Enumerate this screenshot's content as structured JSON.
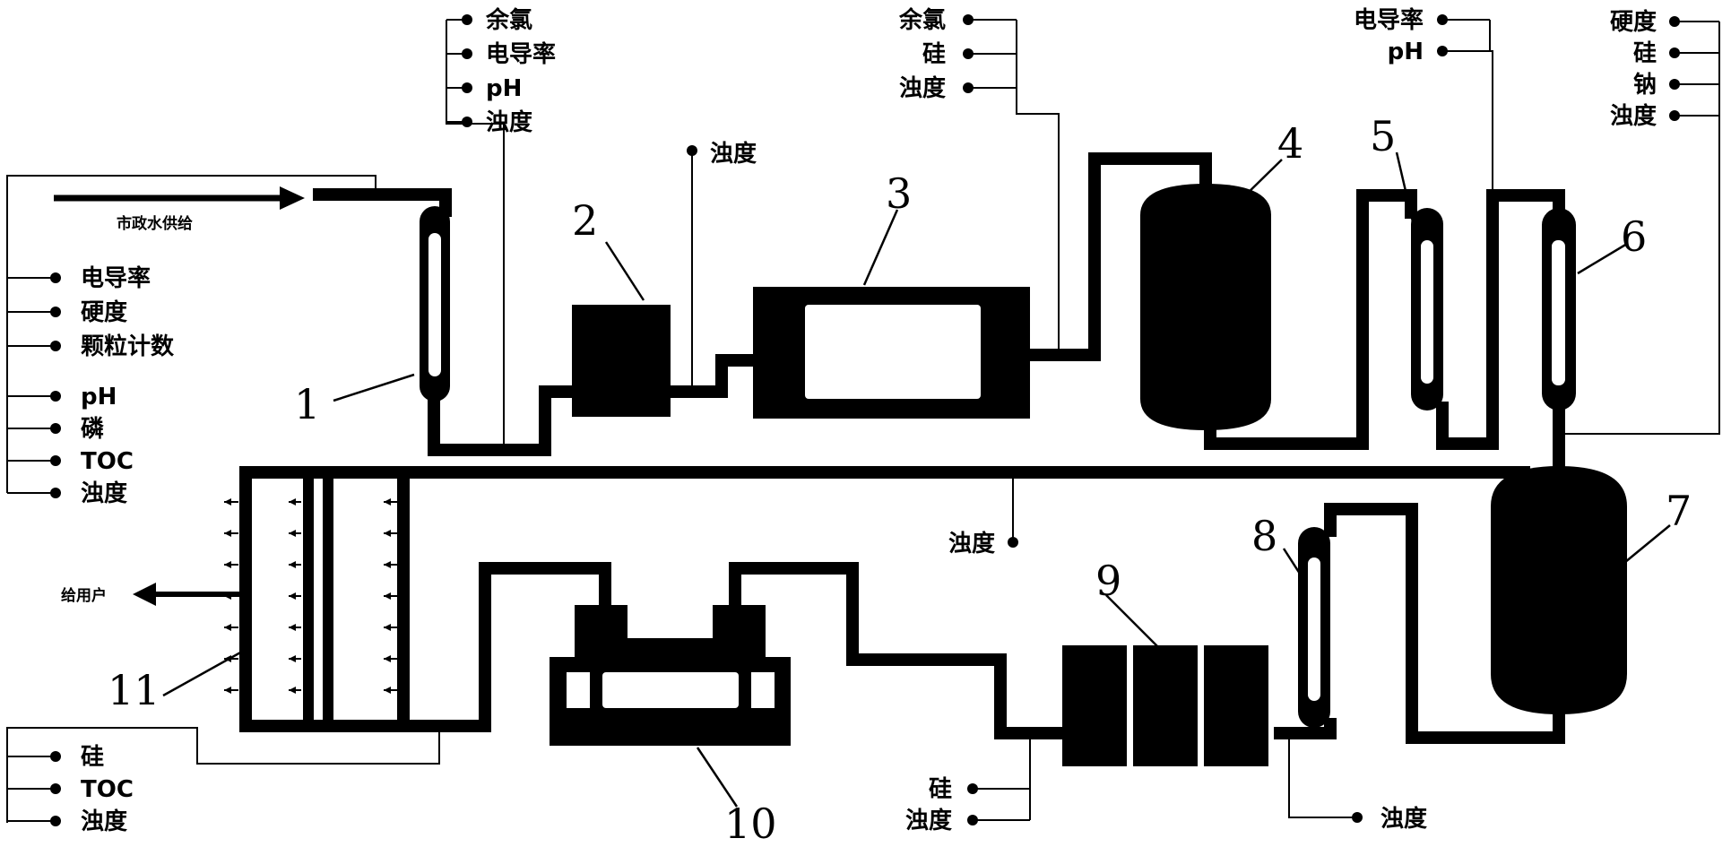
{
  "supply_label": "市政水供给",
  "user_label": "给用户",
  "equipment_numbers": [
    "1",
    "2",
    "3",
    "4",
    "5",
    "6",
    "7",
    "8",
    "9",
    "10",
    "11"
  ],
  "sensor_groups": {
    "inlet_top": [
      "余氯",
      "电导率",
      "pH",
      "浊度"
    ],
    "after_2": [
      "浊度"
    ],
    "after_3": [
      "余氯",
      "硅",
      "浊度"
    ],
    "after_5": [
      "电导率",
      "pH"
    ],
    "after_6": [
      "硬度",
      "硅",
      "钠",
      "浊度"
    ],
    "left_a": [
      "电导率",
      "硬度",
      "颗粒计数"
    ],
    "left_b": [
      "pH",
      "磷",
      "TOC",
      "浊度"
    ],
    "after_7": [
      "浊度"
    ],
    "before_9": [
      "硅",
      "浊度"
    ],
    "after_9": [
      "浊度"
    ],
    "outlet_bottom": [
      "硅",
      "TOC",
      "浊度"
    ]
  }
}
